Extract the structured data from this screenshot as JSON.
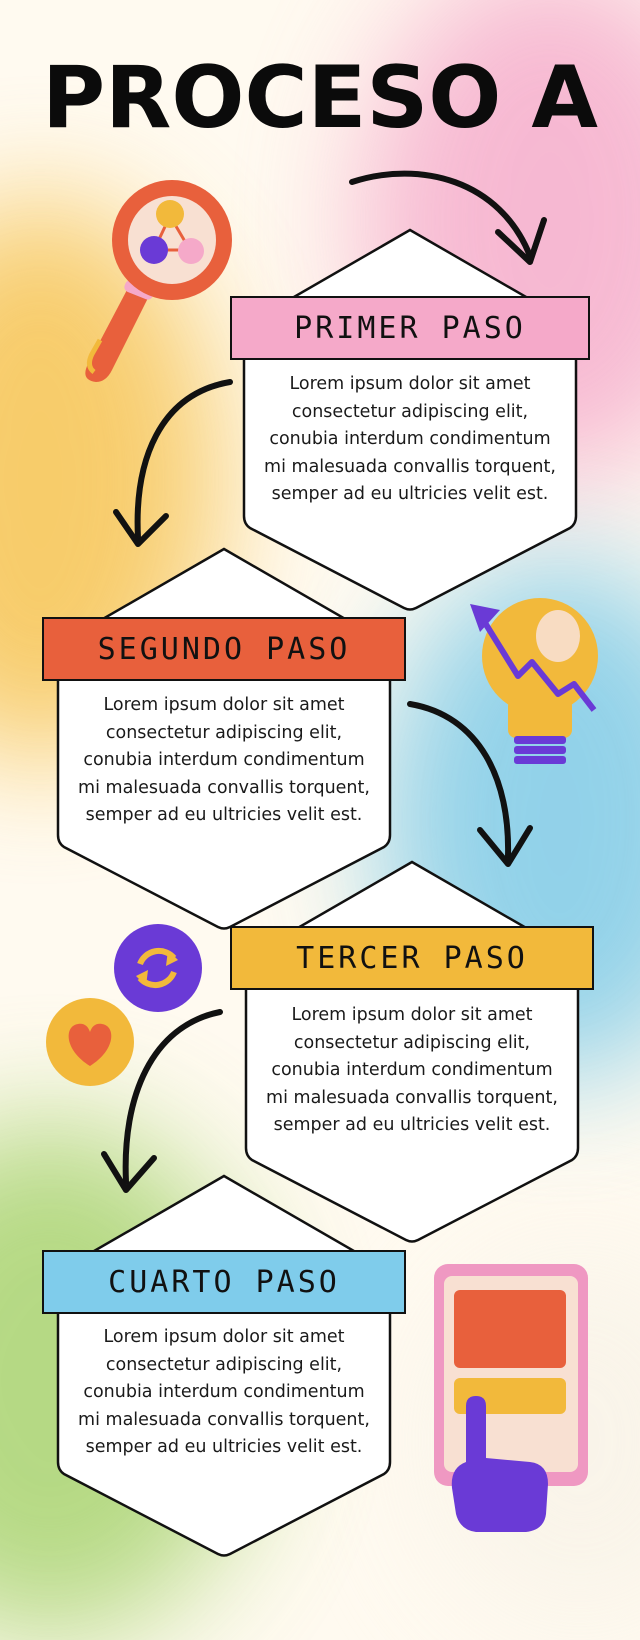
{
  "title": "PROCESO A",
  "colors": {
    "step1": "#f5a9c9",
    "step2": "#e8603c",
    "step3": "#f2b93b",
    "step4": "#7fcceb"
  },
  "steps": [
    {
      "label": "PRIMER PASO",
      "color": "#f5a9c9",
      "text": "Lorem ipsum dolor sit amet consectetur adipiscing elit, conubia interdum condimentum mi malesuada convallis torquent, semper ad eu ultricies velit est."
    },
    {
      "label": "SEGUNDO PASO",
      "color": "#e8603c",
      "text": "Lorem ipsum dolor sit amet consectetur adipiscing elit, conubia interdum condimentum mi malesuada convallis torquent, semper ad eu ultricies velit est."
    },
    {
      "label": "TERCER PASO",
      "color": "#f2b93b",
      "text": "Lorem ipsum dolor sit amet consectetur adipiscing elit, conubia interdum condimentum mi malesuada convallis torquent, semper ad eu ultricies velit est."
    },
    {
      "label": "CUARTO PASO",
      "color": "#7fcceb",
      "text": "Lorem ipsum dolor sit amet consectetur adipiscing elit, conubia interdum condimentum mi malesuada convallis torquent, semper ad eu ultricies velit est."
    }
  ],
  "icons": [
    "magnifier-icon",
    "lightbulb-icon",
    "repeat-icon",
    "heart-icon",
    "phone-tap-icon"
  ]
}
